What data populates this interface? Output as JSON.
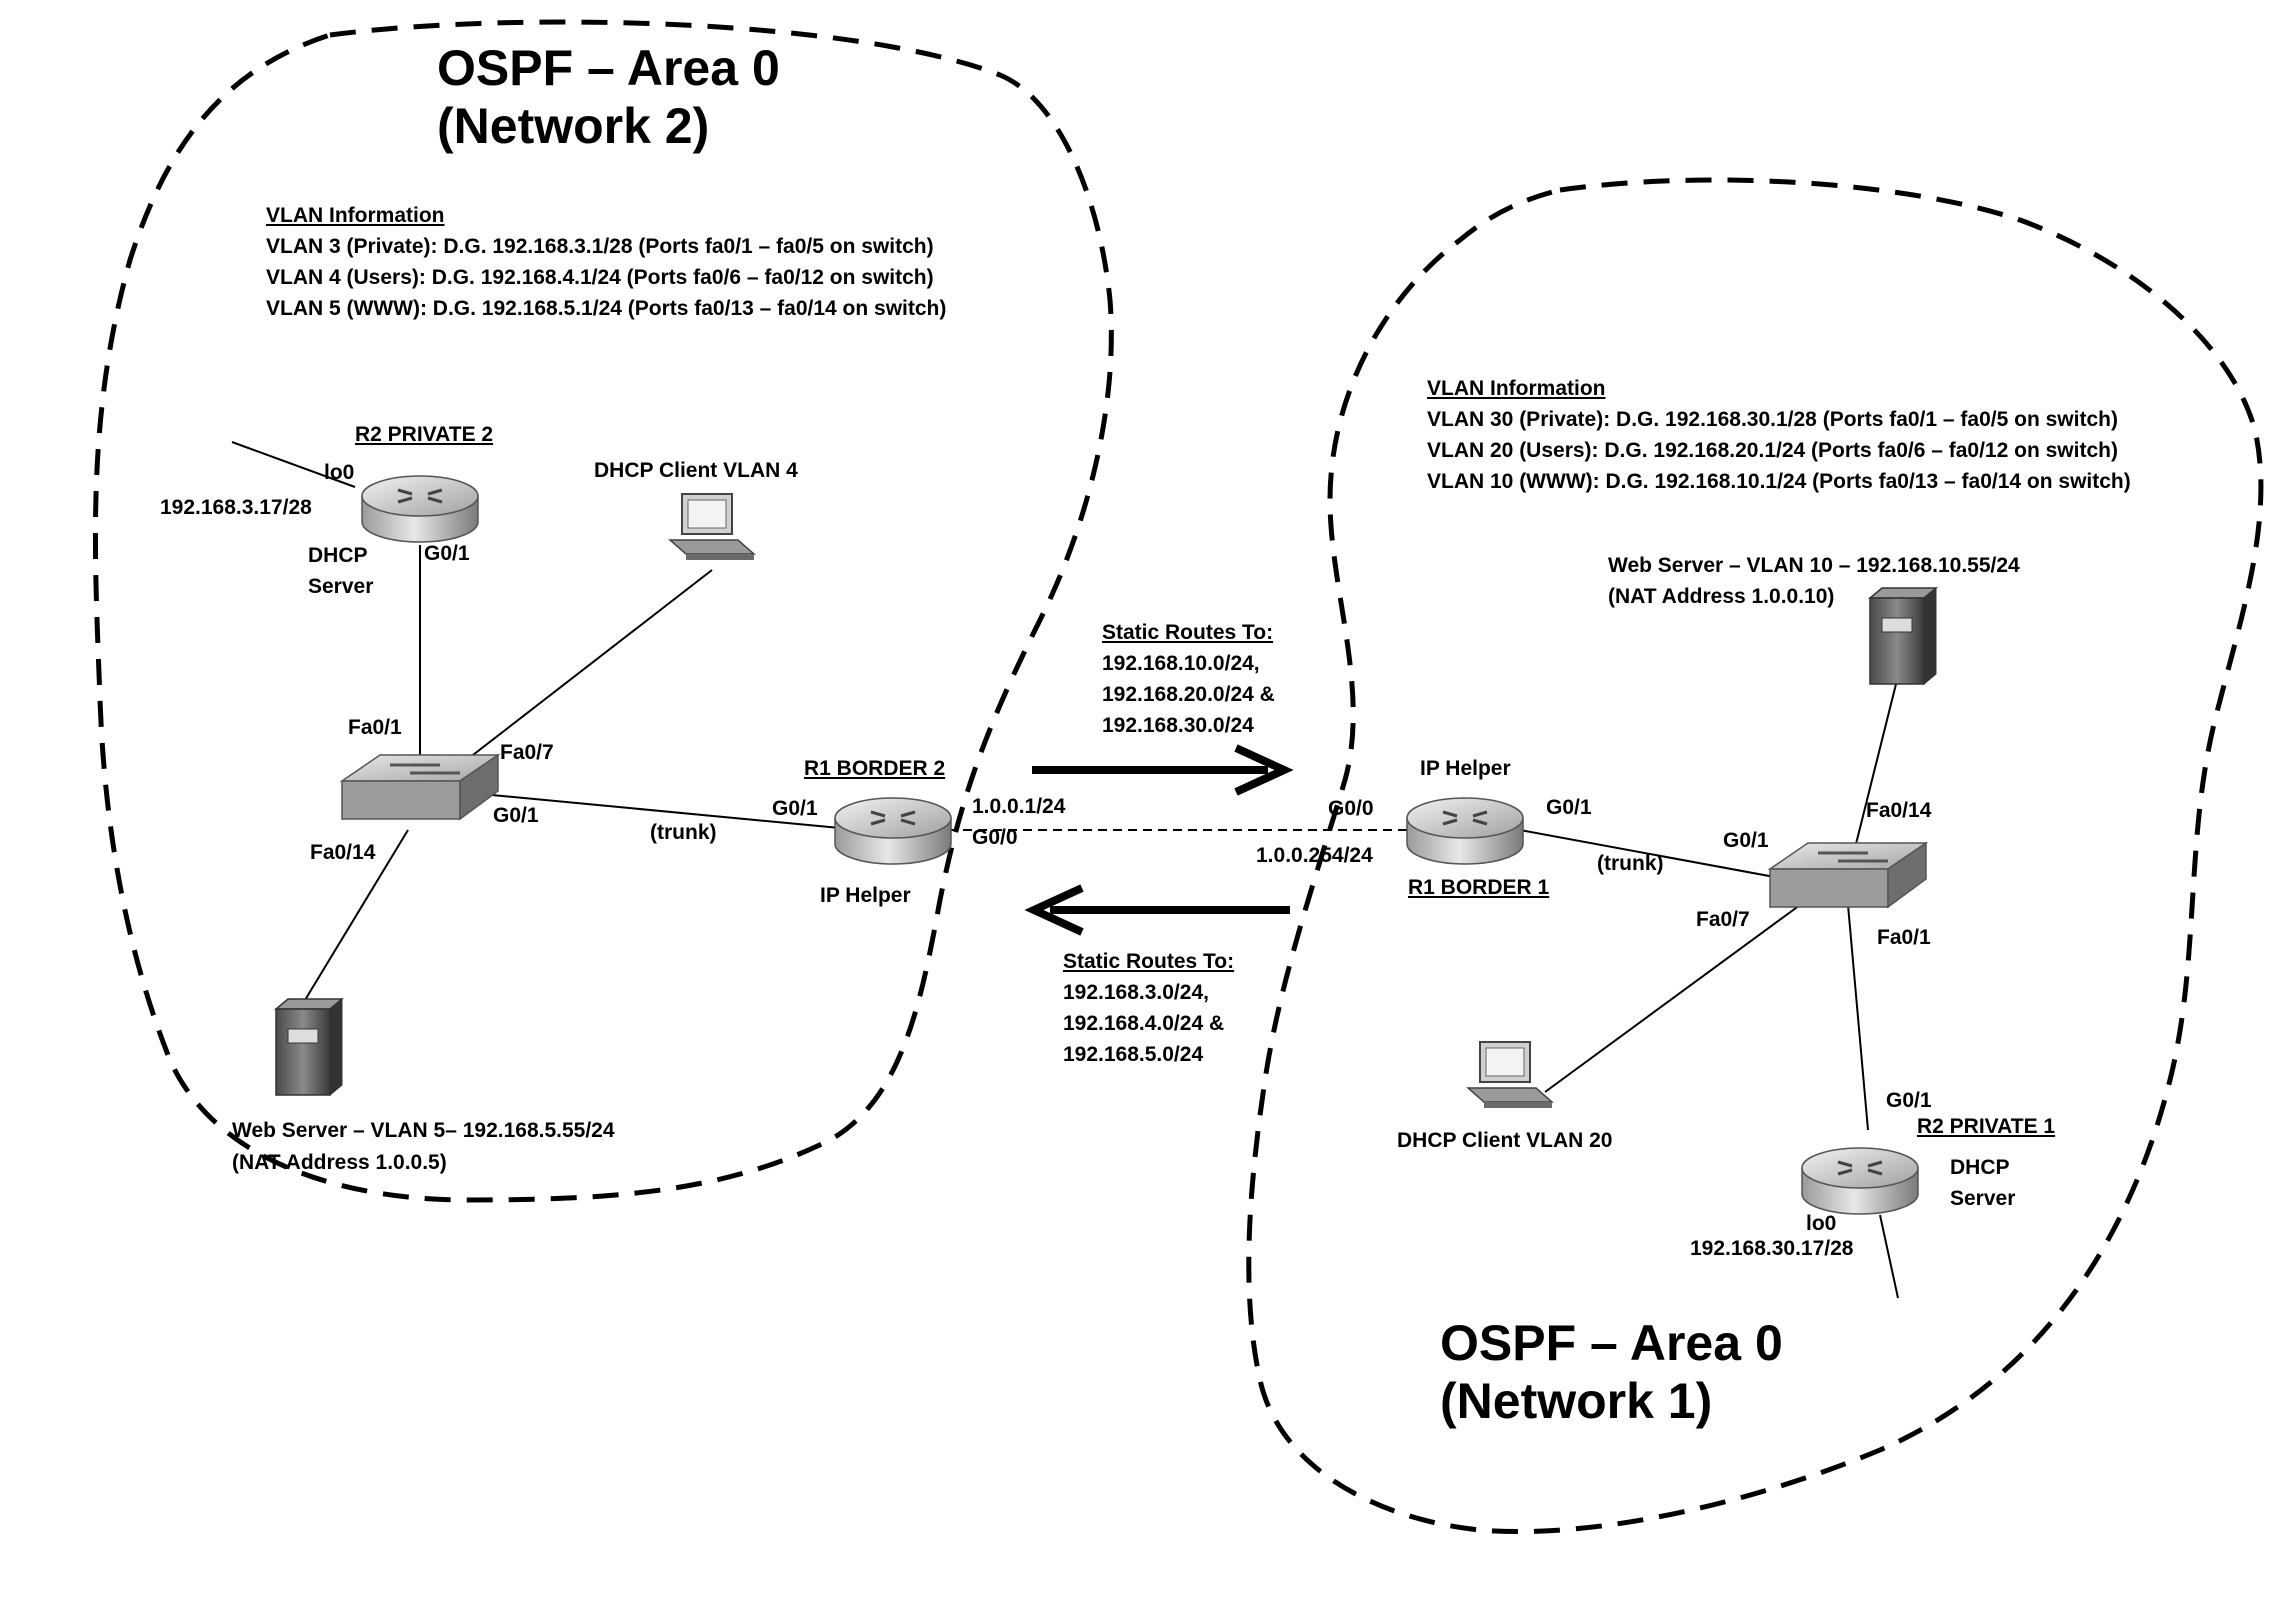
{
  "network2": {
    "title_line1": "OSPF – Area 0",
    "title_line2": "(Network 2)",
    "vlan_heading": "VLAN Information",
    "vlans": [
      "VLAN 3 (Private): D.G. 192.168.3.1/28 (Ports fa0/1 – fa0/5 on switch)",
      "VLAN 4 (Users): D.G. 192.168.4.1/24 (Ports fa0/6 – fa0/12 on switch)",
      "VLAN 5 (WWW): D.G. 192.168.5.1/24 (Ports fa0/13 – fa0/14 on switch)"
    ],
    "r2_name": "R2 PRIVATE 2",
    "r2_lo0": "lo0",
    "r2_lo0_ip": "192.168.3.17/28",
    "r2_dhcp_line1": "DHCP",
    "r2_dhcp_line2": "Server",
    "r2_g01": "G0/1",
    "dhcp_client": "DHCP Client VLAN 4",
    "sw_fa01": "Fa0/1",
    "sw_fa07": "Fa0/7",
    "sw_g01": "G0/1",
    "sw_fa014": "Fa0/14",
    "trunk": "(trunk)",
    "r1_name": "R1 BORDER 2",
    "r1_g01": "G0/1",
    "r1_wan_ip": "1.0.0.1/24",
    "r1_g00": "G0/0",
    "r1_helper": "IP Helper",
    "web_line1": "Web Server – VLAN 5– 192.168.5.55/24",
    "web_line2": "(NAT Address 1.0.0.5)"
  },
  "network1": {
    "title_line1": "OSPF – Area 0",
    "title_line2": "(Network 1)",
    "vlan_heading": "VLAN Information",
    "vlans": [
      "VLAN 30 (Private): D.G. 192.168.30.1/28 (Ports fa0/1 – fa0/5 on switch)",
      "VLAN 20 (Users): D.G. 192.168.20.1/24 (Ports fa0/6 – fa0/12 on switch)",
      "VLAN 10 (WWW): D.G. 192.168.10.1/24 (Ports fa0/13 – fa0/14 on switch)"
    ],
    "web_line1": "Web Server – VLAN 10 – 192.168.10.55/24",
    "web_line2": "(NAT Address 1.0.0.10)",
    "r1_helper": "IP Helper",
    "r1_g00": "G0/0",
    "r1_wan_ip": "1.0.0.254/24",
    "r1_name": "R1 BORDER 1",
    "r1_g01": "G0/1",
    "trunk": "(trunk)",
    "sw_g01": "G0/1",
    "sw_fa014": "Fa0/14",
    "sw_fa07": "Fa0/7",
    "sw_fa01": "Fa0/1",
    "dhcp_client": "DHCP Client VLAN 20",
    "r2_g01": "G0/1",
    "r2_name": "R2 PRIVATE 1",
    "r2_dhcp_line1": "DHCP",
    "r2_dhcp_line2": "Server",
    "r2_lo0": "lo0",
    "r2_lo0_ip": "192.168.30.17/28"
  },
  "routes_to_network1": {
    "heading": "Static Routes To:",
    "lines": [
      "192.168.10.0/24,",
      "192.168.20.0/24 &",
      "192.168.30.0/24"
    ]
  },
  "routes_to_network2": {
    "heading": "Static Routes To:",
    "lines": [
      "192.168.3.0/24,",
      "192.168.4.0/24 &",
      "192.168.5.0/24"
    ]
  },
  "colors": {
    "line": "#000000",
    "device_light": "#e6e6e6",
    "device_mid": "#a8a8a8",
    "device_dark": "#5a5a5a"
  }
}
